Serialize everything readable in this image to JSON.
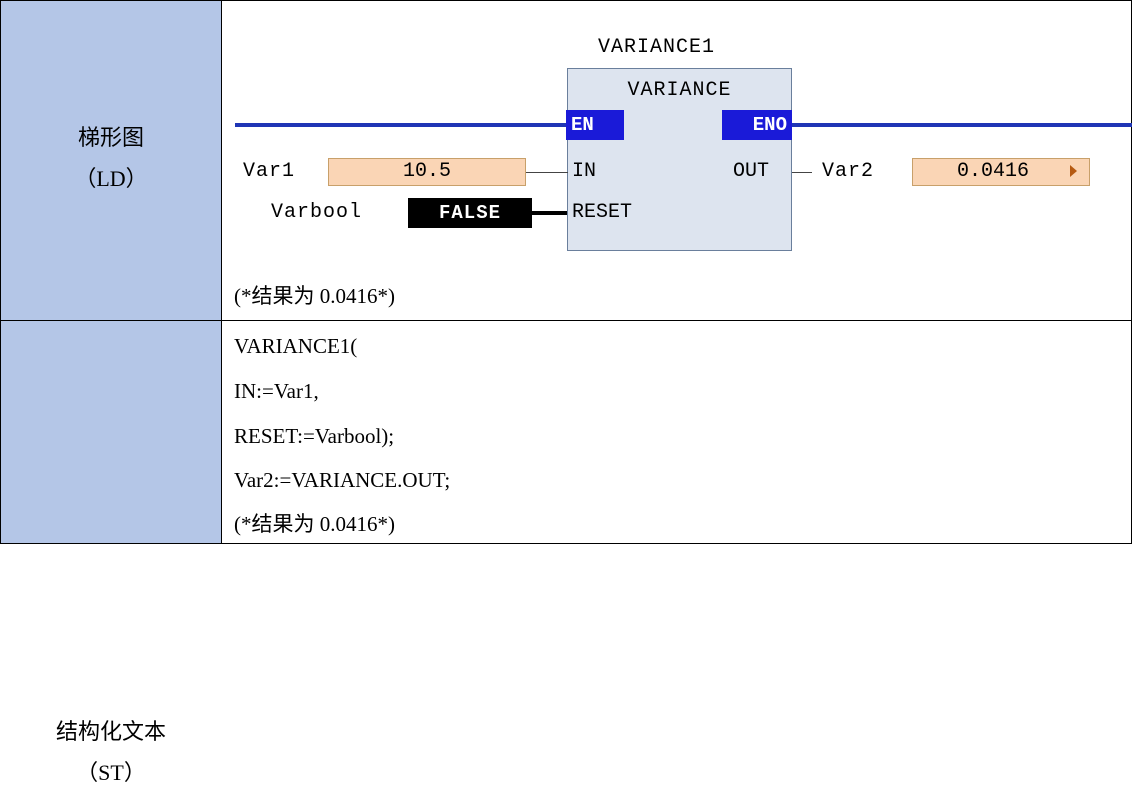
{
  "rows": [
    {
      "label_main": "梯形图",
      "label_sub": "（LD）"
    },
    {
      "label_main": "结构化文本",
      "label_sub": "（ST）"
    }
  ],
  "ld": {
    "instance_name": "VARIANCE1",
    "function_name": "VARIANCE",
    "pin_en": "EN",
    "pin_eno": "ENO",
    "pin_in": "IN",
    "pin_out": "OUT",
    "pin_reset": "RESET",
    "var_in_name": "Var1",
    "var_in_value": "10.5",
    "var_reset_name": "Varbool",
    "var_reset_value": "FALSE",
    "var_out_name": "Var2",
    "var_out_value": "0.0416",
    "comment": "(*结果为 0.0416*)"
  },
  "st": {
    "lines": [
      "VARIANCE1(",
      "IN:=Var1,",
      "RESET:=Varbool);",
      "Var2:=VARIANCE.OUT;",
      "(*结果为 0.0416*)"
    ]
  },
  "colors": {
    "label_bg": "#b4c6e7",
    "rail": "#1f35b5",
    "pin_bg": "#1a1ad8",
    "fb_bg": "#dde4ef",
    "value_bg": "#fad5b5"
  }
}
